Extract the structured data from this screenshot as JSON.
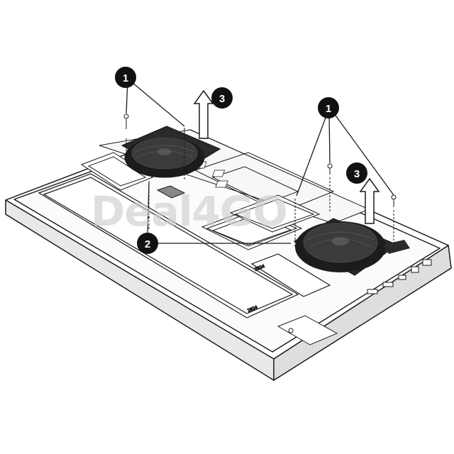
{
  "watermark": {
    "text": "Deal4GO"
  },
  "callouts": {
    "screws_left": "1",
    "screws_right": "1",
    "screws_center": "2",
    "lift_left": "3",
    "lift_right": "3"
  },
  "labels": {
    "ssd_left": "2024",
    "ssd_right": "2024"
  },
  "colors": {
    "line": "#1a1a1a",
    "fan": "#2a2a2a",
    "callout_fill": "#111111"
  }
}
